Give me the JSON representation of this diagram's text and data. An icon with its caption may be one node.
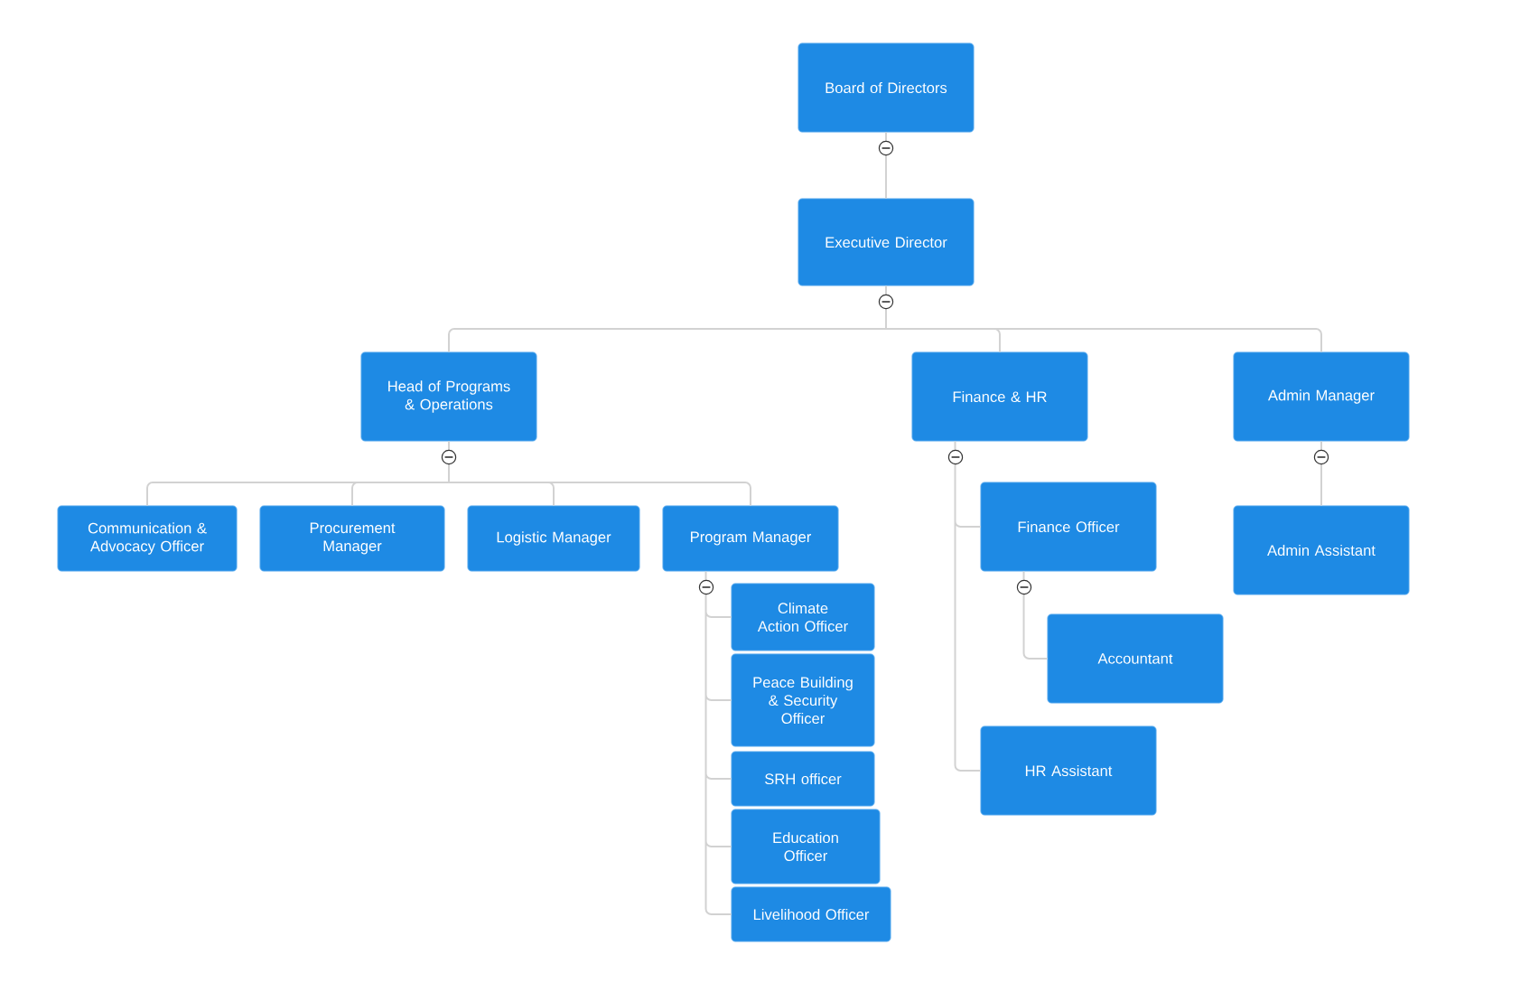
{
  "diagram": {
    "nodes": [
      {
        "text": [
          "Board of Directors"
        ]
      },
      {
        "text": [
          "Executive Director"
        ]
      },
      {
        "text": [
          "Head of Programs & Operations"
        ]
      },
      {
        "text": [
          "Finance & HR"
        ]
      },
      {
        "text": [
          "Admin Manager"
        ]
      },
      {
        "text": [
          "Communication & Advocacy Officer"
        ]
      },
      {
        "text": [
          "Procurement Manager"
        ]
      },
      {
        "text": [
          "Logistic Manager"
        ]
      },
      {
        "text": [
          "Program Manager"
        ]
      },
      {
        "text": [
          "Climate Action Officer"
        ]
      },
      {
        "text": [
          "Peace Building & Security Officer"
        ]
      },
      {
        "text": [
          "SRH officer"
        ]
      },
      {
        "text": [
          "Education Officer"
        ]
      },
      {
        "text": [
          "Livelihood Officer"
        ]
      },
      {
        "text": [
          "Finance Officer"
        ]
      },
      {
        "text": [
          "Accountant"
        ]
      },
      {
        "text": [
          "HR Assistant"
        ]
      },
      {
        "text": [
          "Admin Assistant"
        ]
      }
    ],
    "edges": [
      {
        "from": 0,
        "to": 1,
        "arrow": "none"
      },
      {
        "from": 1,
        "to": 2,
        "arrow": "none"
      },
      {
        "from": 1,
        "to": 3,
        "arrow": "none"
      },
      {
        "from": 1,
        "to": 4,
        "arrow": "none"
      },
      {
        "from": 2,
        "to": 5,
        "arrow": "none"
      },
      {
        "from": 2,
        "to": 6,
        "arrow": "none"
      },
      {
        "from": 2,
        "to": 7,
        "arrow": "none"
      },
      {
        "from": 2,
        "to": 8,
        "arrow": "none"
      },
      {
        "from": 8,
        "to": 9,
        "arrow": "none"
      },
      {
        "from": 8,
        "to": 10,
        "arrow": "none"
      },
      {
        "from": 8,
        "to": 11,
        "arrow": "none"
      },
      {
        "from": 8,
        "to": 12,
        "arrow": "none"
      },
      {
        "from": 8,
        "to": 13,
        "arrow": "none"
      },
      {
        "from": 3,
        "to": 14,
        "arrow": "none"
      },
      {
        "from": 14,
        "to": 15,
        "arrow": "none"
      },
      {
        "from": 3,
        "to": 16,
        "arrow": "none"
      },
      {
        "from": 4,
        "to": 17,
        "arrow": "none"
      }
    ]
  }
}
